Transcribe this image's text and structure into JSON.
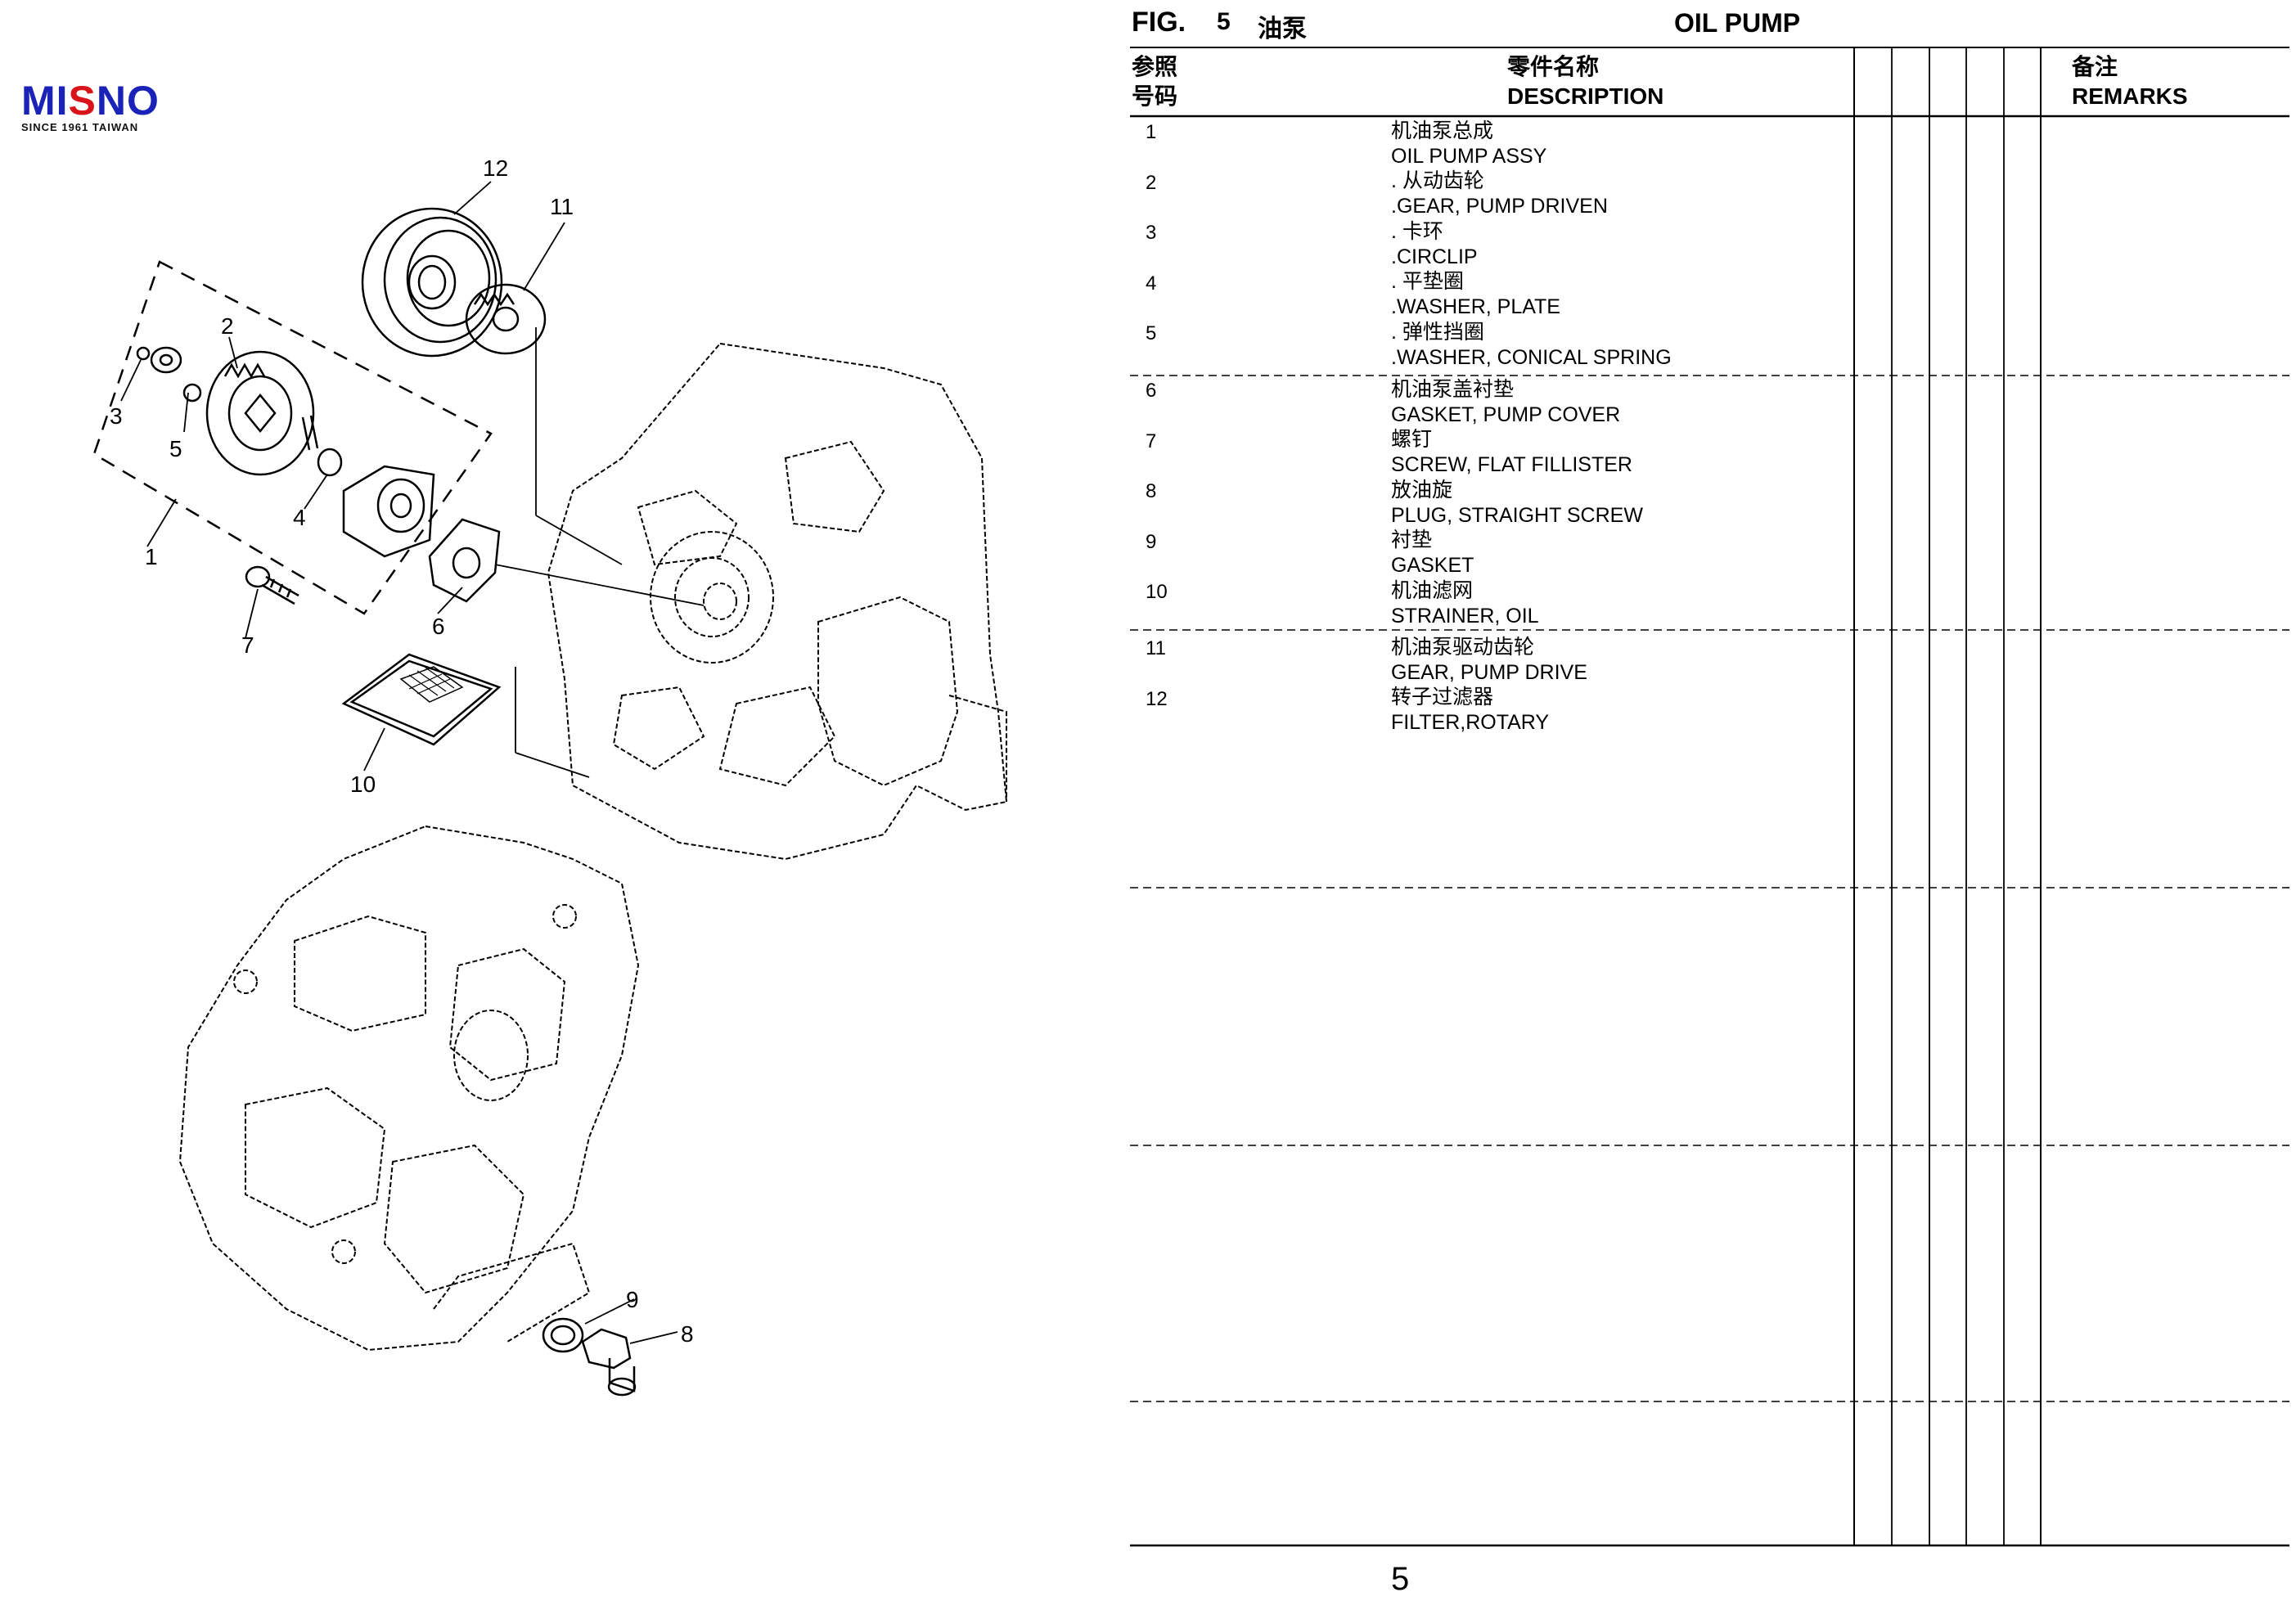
{
  "brand": {
    "name_part1": "MI",
    "name_part2": "S",
    "name_part3": "NO",
    "tagline": "SINCE 1961 TAIWAN",
    "color_blue": "#1b22b8",
    "color_red": "#d8141a"
  },
  "figure": {
    "label": "FIG.",
    "number": "5",
    "title_cn": "油泵",
    "title_en": "OIL PUMP"
  },
  "columns": {
    "ref_cn": "参照",
    "ref_cn2": "号码",
    "desc_cn": "零件名称",
    "desc_en": "DESCRIPTION",
    "remarks_cn": "备注",
    "remarks_en": "REMARKS"
  },
  "diagram_callouts": [
    "1",
    "2",
    "3",
    "4",
    "5",
    "6",
    "7",
    "8",
    "9",
    "10",
    "11",
    "12"
  ],
  "parts": [
    {
      "ref": "1",
      "cn": "机油泵总成",
      "en": "OIL PUMP ASSY"
    },
    {
      "ref": "2",
      "cn": ". 从动齿轮",
      "en": ".GEAR, PUMP DRIVEN"
    },
    {
      "ref": "3",
      "cn": ". 卡环",
      "en": ".CIRCLIP"
    },
    {
      "ref": "4",
      "cn": ". 平垫圈",
      "en": ".WASHER, PLATE"
    },
    {
      "ref": "5",
      "cn": ". 弹性挡圈",
      "en": ".WASHER, CONICAL SPRING"
    },
    {
      "ref": "6",
      "cn": "机油泵盖衬垫",
      "en": "GASKET, PUMP COVER"
    },
    {
      "ref": "7",
      "cn": "螺钉",
      "en": "SCREW, FLAT FILLISTER"
    },
    {
      "ref": "8",
      "cn": "放油旋",
      "en": "PLUG, STRAIGHT SCREW"
    },
    {
      "ref": "9",
      "cn": "衬垫",
      "en": "GASKET"
    },
    {
      "ref": "10",
      "cn": "机油滤网",
      "en": "STRAINER, OIL"
    },
    {
      "ref": "11",
      "cn": "机油泵驱动齿轮",
      "en": "GEAR, PUMP DRIVE"
    },
    {
      "ref": "12",
      "cn": "转子过滤器",
      "en": "FILTER,ROTARY"
    }
  ],
  "page_number": "5"
}
